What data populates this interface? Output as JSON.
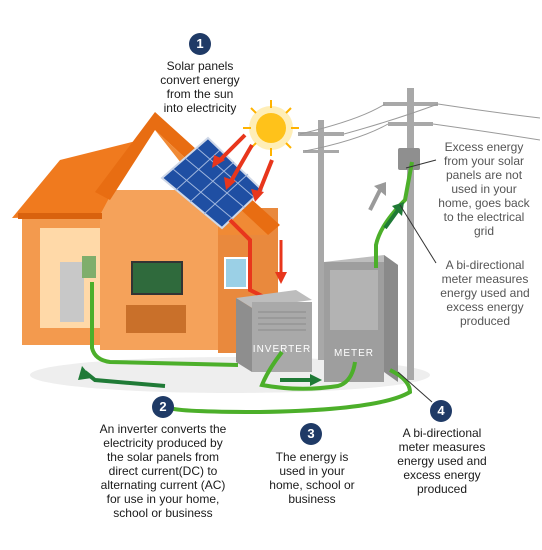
{
  "steps": [
    {
      "number": "1",
      "text_lines": [
        "Solar panels",
        "convert energy",
        "from the sun",
        "into electricity"
      ]
    },
    {
      "number": "2",
      "text_lines": [
        "An inverter converts the",
        "electricity produced by",
        "the solar panels from",
        "direct current(DC) to",
        "alternating current (AC)",
        "for use in your home,",
        "school or business"
      ]
    },
    {
      "number": "3",
      "text_lines": [
        "The energy is",
        "used in your",
        "home, school or",
        "business"
      ]
    },
    {
      "number": "4",
      "text_lines": [
        "A bi-directional",
        "meter measures",
        "energy used and",
        "excess energy",
        "produced"
      ]
    }
  ],
  "side_notes": [
    {
      "text_lines": [
        "Excess energy",
        "from your solar",
        "panels are not",
        "used in your",
        "home, goes back",
        "to the electrical",
        "grid"
      ]
    },
    {
      "text_lines": [
        "A bi-directional",
        "meter measures",
        "energy used and",
        "excess energy",
        "produced"
      ]
    }
  ],
  "labels": {
    "inverter": "INVERTER",
    "meter": "METER"
  },
  "colors": {
    "badge": "#1f3a66",
    "wire_green": "#4caf2a",
    "roof": "#f07a1e",
    "wall": "#f5a25a",
    "sun": "#ffc21a",
    "arrow_red": "#e8361c"
  },
  "icons": [
    "sun-icon",
    "solar-panel-icon",
    "utility-pole-icon",
    "flow-arrow-icon"
  ]
}
